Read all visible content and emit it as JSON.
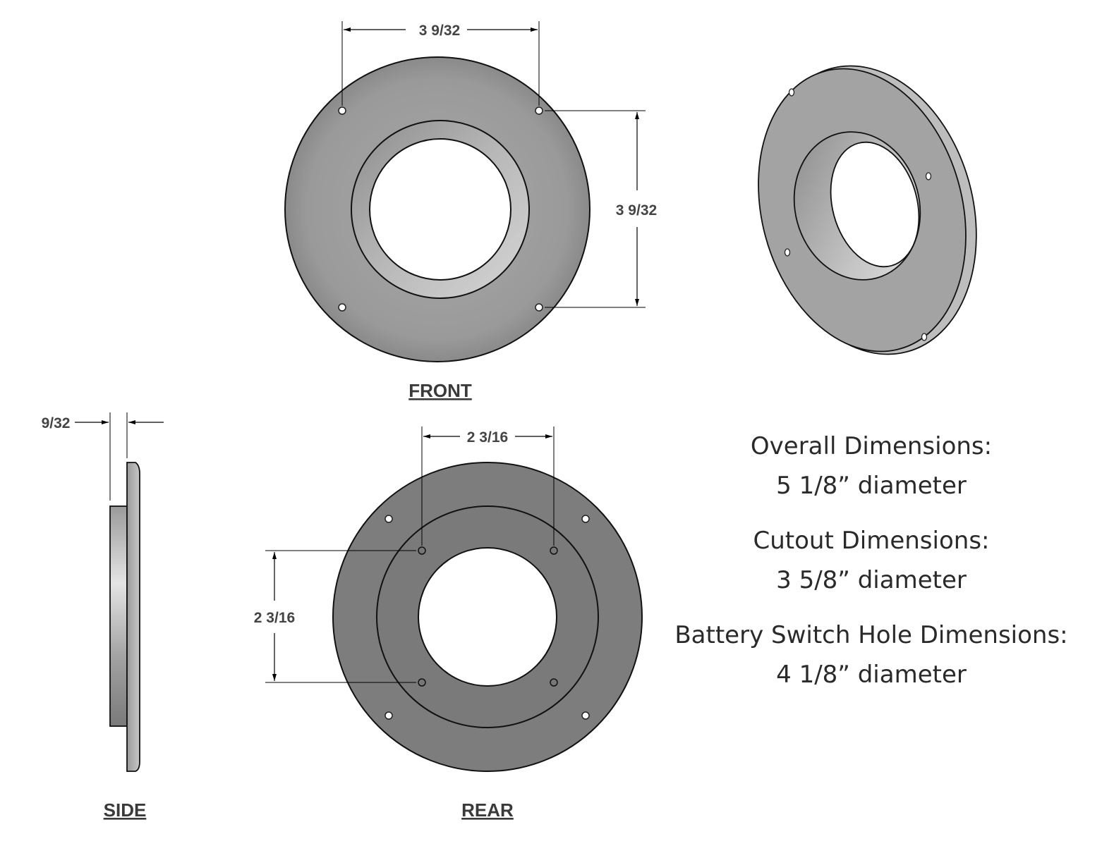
{
  "views": {
    "front": {
      "label": "FRONT",
      "horizontal_dimension": "3 9/32",
      "vertical_dimension": "3 9/32"
    },
    "rear": {
      "label": "REAR",
      "horizontal_dimension": "2 3/16",
      "vertical_dimension": "2 3/16"
    },
    "side": {
      "label": "SIDE",
      "thickness_dimension": "9/32"
    }
  },
  "specs": {
    "overall": {
      "heading": "Overall Dimensions:",
      "value": "5 1/8” diameter"
    },
    "cutout": {
      "heading": "Cutout Dimensions:",
      "value": "3 5/8” diameter"
    },
    "battery_switch_hole": {
      "heading": "Battery Switch Hole Dimensions:",
      "value": "4 1/8” diameter"
    }
  },
  "colors": {
    "front_face": "#9a9a9a",
    "rear_face": "#7d7d7d",
    "outline": "#111111",
    "dimension_line": "#000000"
  }
}
